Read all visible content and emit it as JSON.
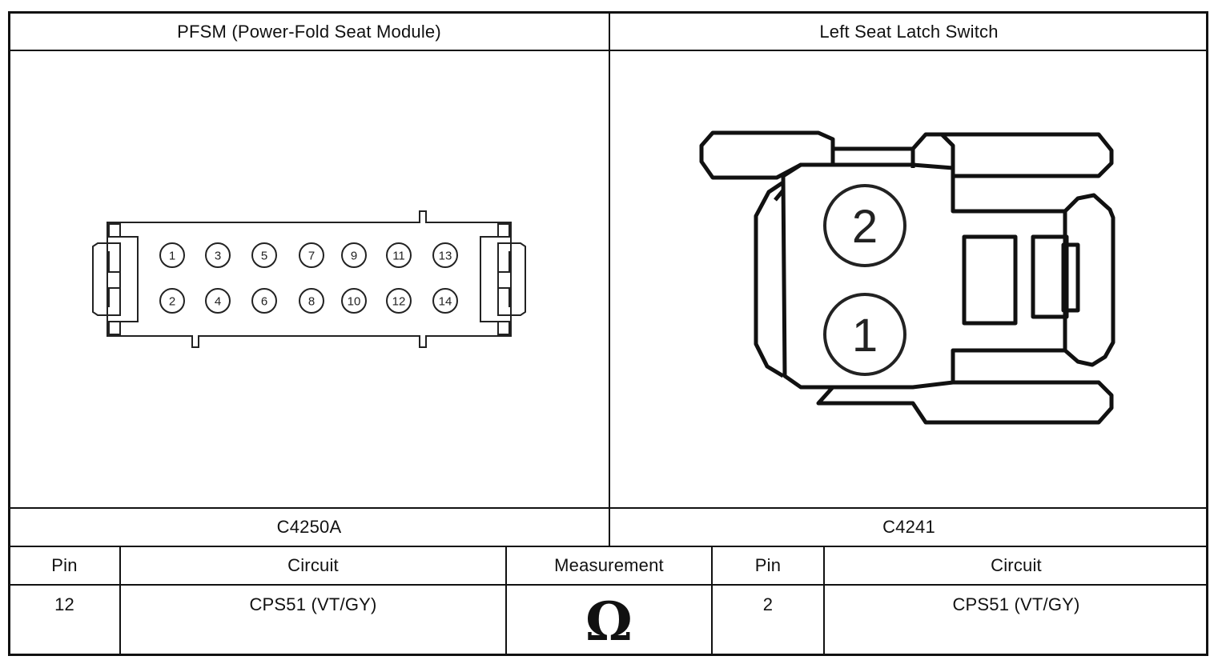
{
  "connectors": {
    "left": {
      "title": "PFSM (Power-Fold Seat Module)",
      "id": "C4250A",
      "pins_top": [
        "1",
        "3",
        "5",
        "7",
        "9",
        "11",
        "13"
      ],
      "pins_bottom": [
        "2",
        "4",
        "6",
        "8",
        "10",
        "12",
        "14"
      ]
    },
    "right": {
      "title": "Left Seat Latch Switch",
      "id": "C4241",
      "pins": [
        "2",
        "1"
      ]
    }
  },
  "table": {
    "headers": [
      "Pin",
      "Circuit",
      "Measurement",
      "Pin",
      "Circuit"
    ],
    "row": {
      "pin_a": "12",
      "circuit_a": "CPS51 (VT/GY)",
      "measurement_symbol": "Ω",
      "pin_b": "2",
      "circuit_b": "CPS51 (VT/GY)"
    }
  }
}
